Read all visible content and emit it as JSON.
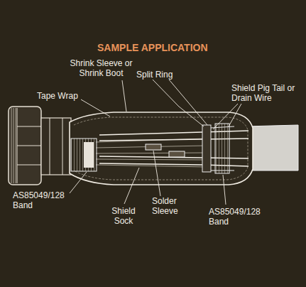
{
  "diagram": {
    "title": "SAMPLE APPLICATION",
    "labels": [
      "Shrink Sleeve or Shrink Boot",
      "Split Ring",
      "Shield Pig Tail or Drain Wire",
      "Tape Wrap",
      "AS85049/128 Band",
      "Shield Sock",
      "Solder Sleeve",
      "AS85049/128 Band"
    ]
  }
}
